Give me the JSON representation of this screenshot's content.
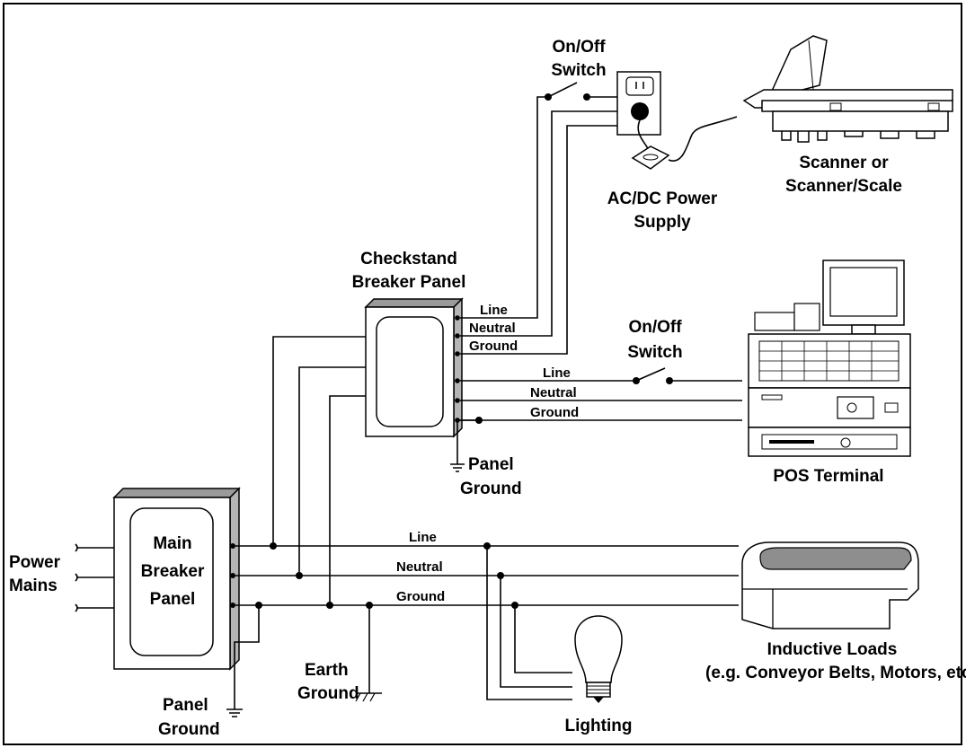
{
  "labels": {
    "on_off_switch_top_1": "On/Off",
    "on_off_switch_top_2": "Switch",
    "scanner_1": "Scanner or",
    "scanner_2": "Scanner/Scale",
    "acdc_1": "AC/DC Power",
    "acdc_2": "Supply",
    "checkstand_1": "Checkstand",
    "checkstand_2": "Breaker Panel",
    "cb_line": "Line",
    "cb_neutral": "Neutral",
    "cb_ground": "Ground",
    "on_off_switch_pos_1": "On/Off",
    "on_off_switch_pos_2": "Switch",
    "pos_line": "Line",
    "pos_neutral": "Neutral",
    "pos_ground": "Ground",
    "pos_terminal": "POS Terminal",
    "panel_ground_upper_1": "Panel",
    "panel_ground_upper_2": "Ground",
    "power_mains_1": "Power",
    "power_mains_2": "Mains",
    "main_breaker_1": "Main",
    "main_breaker_2": "Breaker",
    "main_breaker_3": "Panel",
    "main_line": "Line",
    "main_neutral": "Neutral",
    "main_ground": "Ground",
    "inductive_1": "Inductive Loads",
    "inductive_2": "(e.g. Conveyor Belts, Motors, etc)",
    "earth_ground_1": "Earth",
    "earth_ground_2": "Ground",
    "panel_ground_lower_1": "Panel",
    "panel_ground_lower_2": "Ground",
    "lighting": "Lighting"
  }
}
